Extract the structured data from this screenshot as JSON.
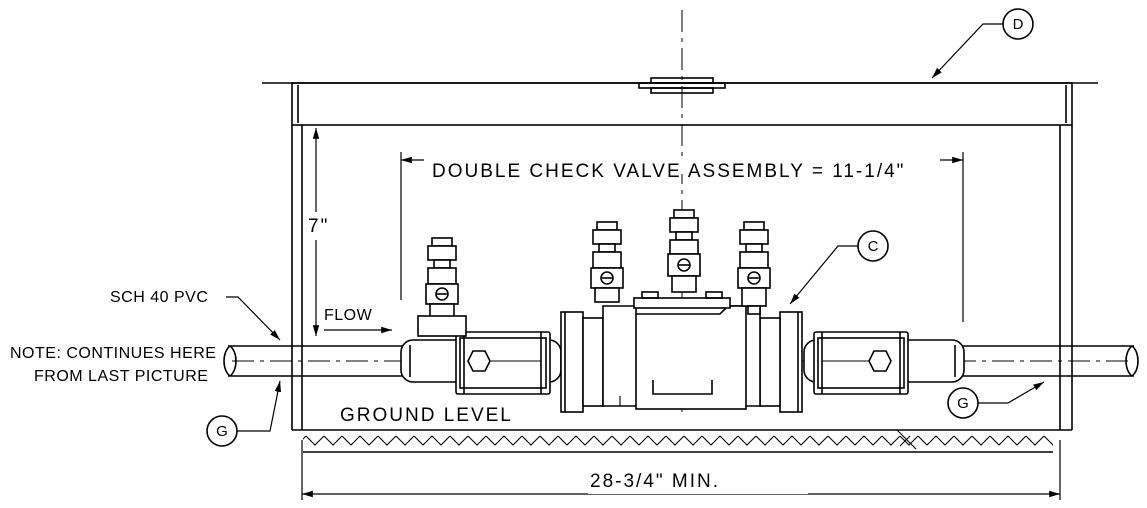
{
  "labels": {
    "assembly_dim": "DOUBLE CHECK VALVE ASSEMBLY = 11-1/4\"",
    "height_dim": "7\"",
    "flow": "FLOW",
    "pipe_type": "SCH 40 PVC",
    "note_line1": "NOTE: CONTINUES HERE",
    "note_line2": "FROM LAST PICTURE",
    "ground": "GROUND LEVEL",
    "width_dim": "28-3/4\" MIN."
  },
  "callouts": {
    "lid": "D",
    "valve": "C",
    "pipe_left": "G",
    "pipe_right": "G"
  },
  "colors": {
    "line": "#000000",
    "background": "#ffffff"
  }
}
